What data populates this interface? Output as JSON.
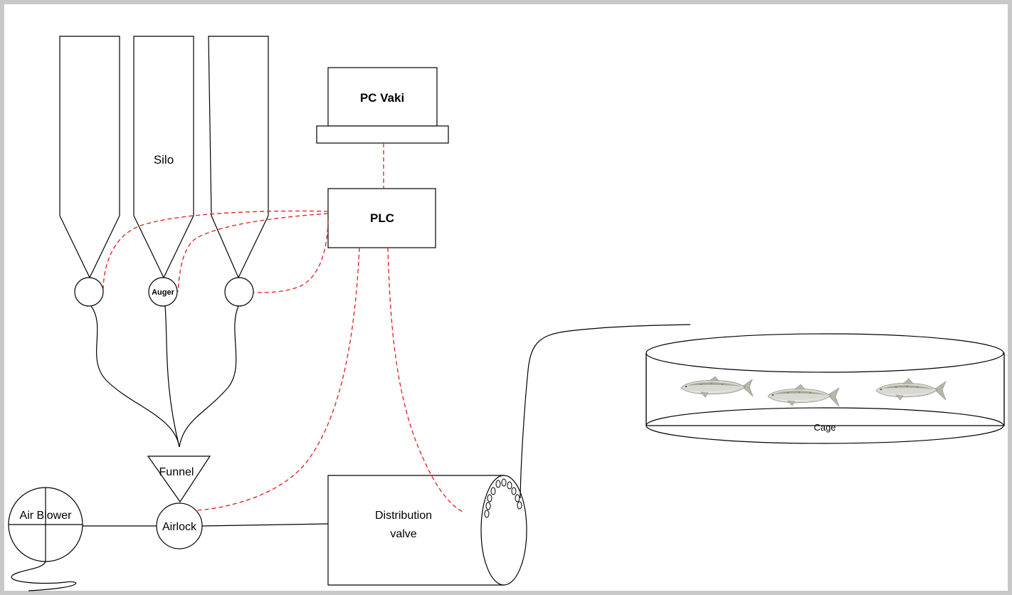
{
  "labels": {
    "silo": "Silo",
    "pc_vaki": "PC Vaki",
    "plc": "PLC",
    "auger": "Auger",
    "funnel": "Funnel",
    "air_blower": "Air Blower",
    "airlock": "Airlock",
    "distribution_valve_line1": "Distribution",
    "distribution_valve_line2": "valve",
    "cage": "Cage"
  },
  "colors": {
    "signal_line": "#e31b1b",
    "frame_border": "#c8c8c8",
    "outline": "#000000"
  },
  "icons": {
    "fish": "salmon-icon"
  }
}
